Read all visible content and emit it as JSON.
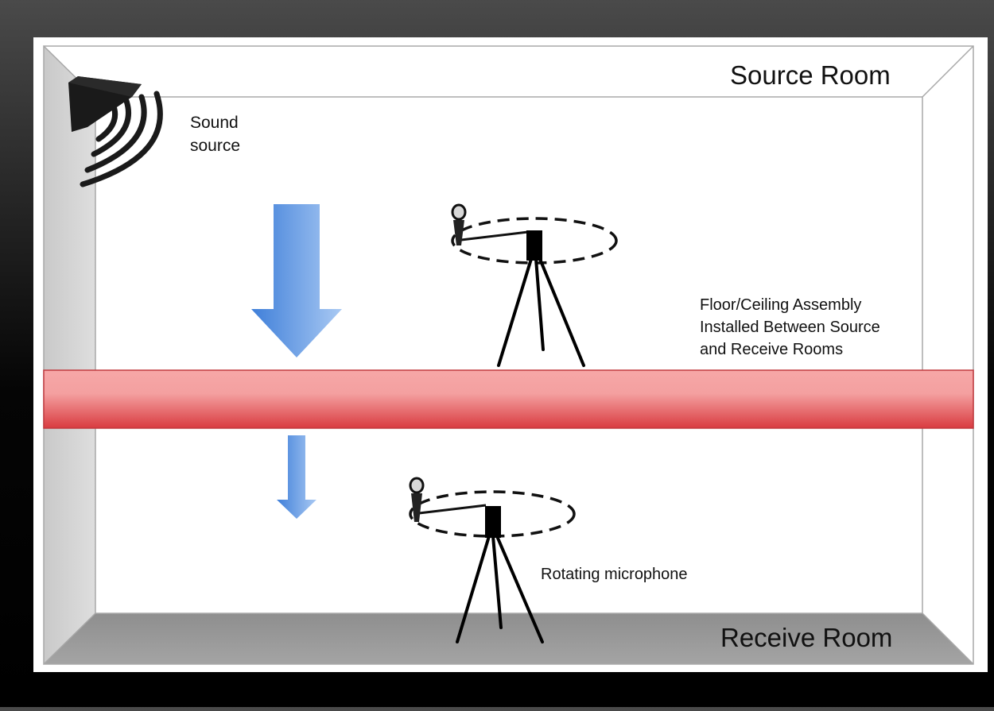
{
  "labels": {
    "source_room": "Source Room",
    "receive_room": "Receive Room",
    "sound_source_line1": "Sound",
    "sound_source_line2": "source",
    "assembly_line1": "Floor/Ceiling Assembly",
    "assembly_line2": "Installed Between Source",
    "assembly_line3": "and Receive Rooms",
    "rotating_microphone": "Rotating microphone"
  },
  "colors": {
    "background": "#000000",
    "room_frame": "#ffffff",
    "side_wall": "#d3d3d3",
    "floor": "#9a9a9a",
    "assembly": "#e8545a",
    "arrow": "#5b95e0"
  },
  "icons": [
    "speaker-icon",
    "sound-waves-icon",
    "microphone-icon",
    "tripod-icon"
  ]
}
